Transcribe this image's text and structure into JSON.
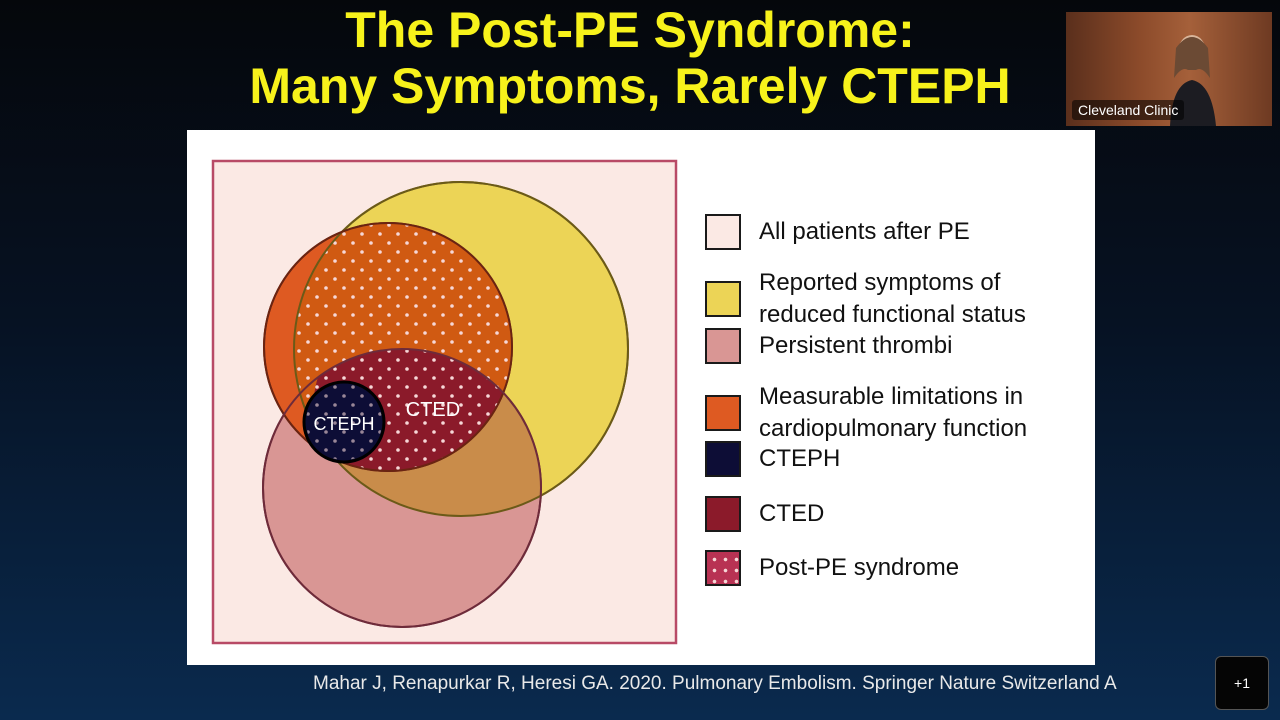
{
  "slide": {
    "title_line1": "The Post-PE Syndrome:",
    "title_line2": "Many Symptoms, Rarely CTEPH",
    "citation": "Mahar J, Renapurkar R, Heresi GA. 2020. Pulmonary Embolism. Springer Nature Switzerland A"
  },
  "venn": {
    "label_cted": "CTED",
    "label_cteph": "CTEPH"
  },
  "legend": [
    {
      "label": "All patients after PE",
      "color": "#fbe9e4",
      "icon": "square-swatch"
    },
    {
      "label": "Reported symptoms of\nreduced functional status",
      "color": "#ecd456",
      "icon": "square-swatch"
    },
    {
      "label": "Persistent thrombi",
      "color": "#d99694",
      "icon": "square-swatch"
    },
    {
      "label": "Measurable limitations in\ncardiopulmonary function",
      "color": "#de5a22",
      "icon": "square-swatch"
    },
    {
      "label": "CTEPH",
      "color": "#0d0d36",
      "icon": "square-swatch"
    },
    {
      "label": "CTED",
      "color": "#8b1a2a",
      "icon": "square-swatch"
    },
    {
      "label": "Post-PE syndrome",
      "color": "#b83253",
      "icon": "dotted-swatch"
    }
  ],
  "webcam": {
    "label": "Cleveland Clinic"
  },
  "controls": {
    "more_label": "+1"
  }
}
